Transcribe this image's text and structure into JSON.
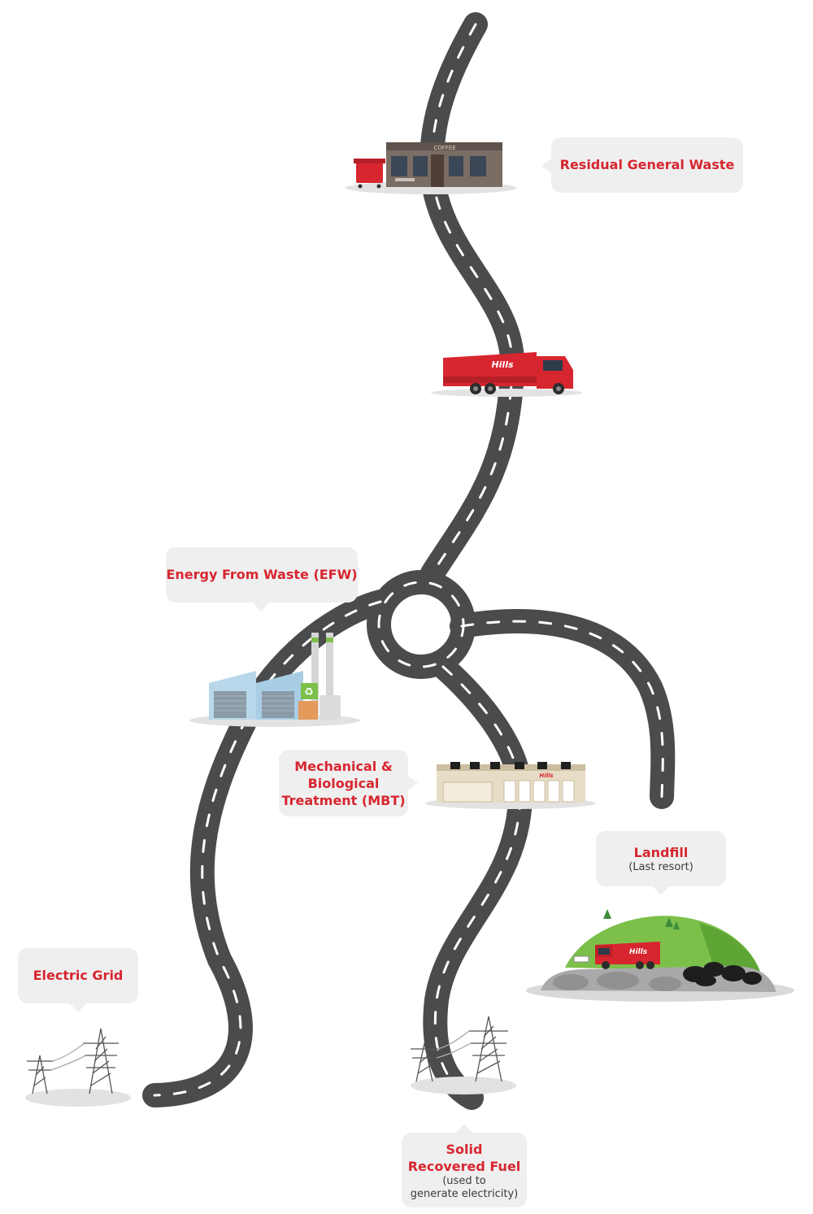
{
  "labels": {
    "residual_general_waste": "Residual General Waste",
    "energy_from_waste": "Energy From Waste (EFW)",
    "mbt_line1": "Mechanical &",
    "mbt_line2": "Biological",
    "mbt_line3": "Treatment (MBT)",
    "landfill": "Landfill",
    "landfill_note": "(Last resort)",
    "electric_grid": "Electric Grid",
    "srf_line1": "Solid",
    "srf_line2": "Recovered Fuel",
    "srf_note_line1": "(used to",
    "srf_note_line2": "generate electricity)"
  },
  "signage": {
    "shop_sign": "COFFEE",
    "brand": "Hills"
  },
  "colors": {
    "road": "#4a4b4d",
    "road_marking": "#ffffff",
    "accent_red": "#d7262f",
    "callout_bg": "#efefef",
    "ground_shadow": "#e2e2e2",
    "grass": "#7cc04a",
    "rock": "#a9a9a9"
  }
}
